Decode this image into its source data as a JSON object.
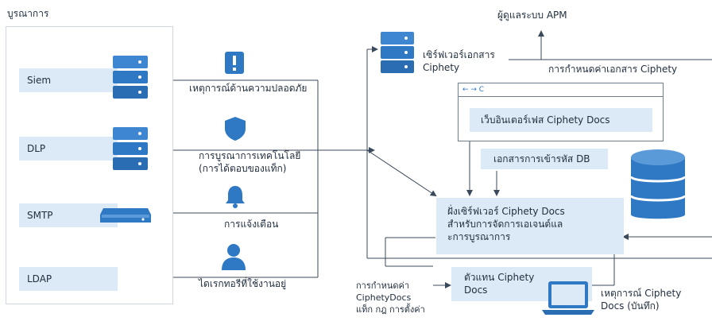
{
  "left_group": {
    "title": "บูรณาการ",
    "items": [
      {
        "label": "Siem"
      },
      {
        "label": "DLP"
      },
      {
        "label": "SMTP"
      },
      {
        "label": "LDAP"
      }
    ]
  },
  "middle_labels": {
    "security_events": "เหตุการณ์ด้านความปลอดภัย",
    "tech_integration_1": "การบูรณาการเทคโนโลยี",
    "tech_integration_2": "(การได้ตอบของแท็ก)",
    "notifications": "การแจ้งเตือน",
    "user_directory": "ไดเรกทอรีที่ใช้งานอยู่"
  },
  "right": {
    "apm_admin": "ผู้ดูแลระบบ APM",
    "doc_server_1": "เซิร์ฟเวอร์เอกสาร",
    "doc_server_2": "Ciphety",
    "doc_settings": "การกำหนดค่าเอกสาร Ciphety",
    "browser_nav": "← → C",
    "web_interface": "เว็บอินเตอร์เฟส Ciphety Docs",
    "encrypted_db": "เอกสารการเข้ารหัส DB",
    "server_side_1": "ฝั่งเซิร์ฟเวอร์ Ciphety Docs",
    "server_side_2": "สำหรับการจัดการเอเจนต์แล",
    "server_side_3": "ะการบูรณาการ",
    "agent_1": "ตัวแทน Ciphety",
    "agent_2": "Docs",
    "config_1": "การกำหนดค่า",
    "config_2": "CiphetyDocs",
    "config_3": "แท็ก กฎ การตั้งค่า",
    "events_1": "เหตุการณ์ Ciphety",
    "events_2": "Docs (บันทึก)"
  },
  "colors": {
    "accent": "#2f78c4",
    "box_fill": "#dce9f6",
    "line": "#3b4a5a"
  }
}
